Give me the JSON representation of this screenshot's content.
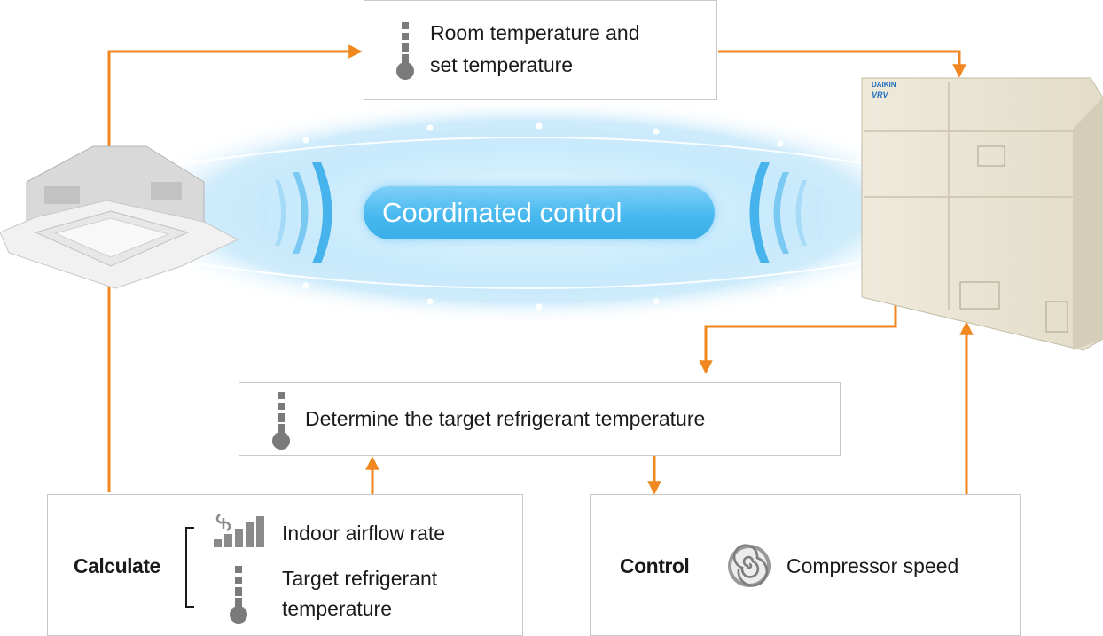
{
  "pill": {
    "label": "Coordinated control"
  },
  "top_box": {
    "line1": "Room temperature and",
    "line2": "set temperature"
  },
  "middle_box": {
    "label": "Determine the target refrigerant temperature"
  },
  "left_box": {
    "heading": "Calculate",
    "item1": "Indoor airflow rate",
    "item2_line1": "Target refrigerant",
    "item2_line2": "temperature"
  },
  "right_box": {
    "heading": "Control",
    "item": "Compressor speed"
  },
  "outdoor_unit": {
    "brand": "DAIKIN",
    "model": "VRV"
  },
  "colors": {
    "arrow": "#f0871f",
    "pill": "#48b9ef",
    "glow": "#bfe6fb",
    "box_border": "#c9c9c9"
  },
  "icons": [
    "thermometer-icon",
    "fan-icon",
    "signal-bars-icon",
    "compressor-icon"
  ]
}
